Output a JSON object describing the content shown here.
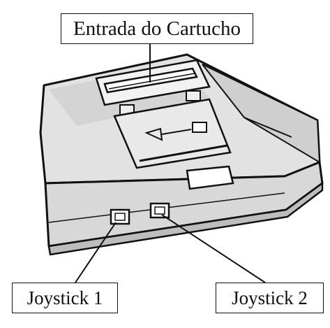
{
  "labels": {
    "cartridge_slot": "Entrada do Cartucho",
    "joystick_1": "Joystick 1",
    "joystick_2": "Joystick 2"
  },
  "colors": {
    "ink": "#111111",
    "console_fill": "#e2e2e2",
    "console_shadow": "#c4c4c4",
    "background": "#ffffff"
  }
}
